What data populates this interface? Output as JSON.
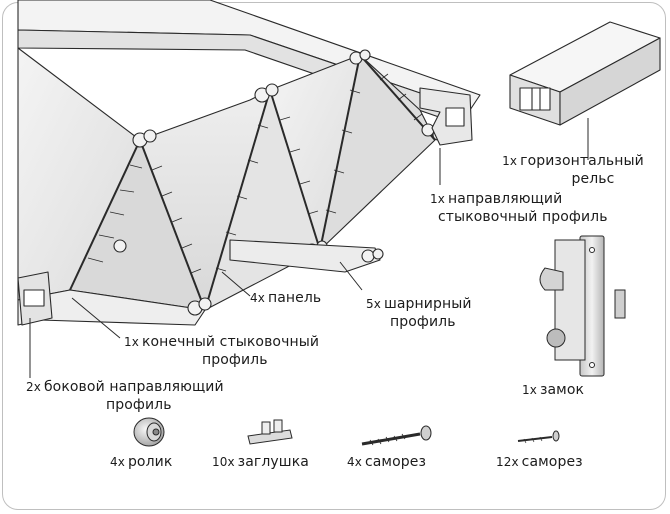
{
  "labels": {
    "horizontal_rail": {
      "qty": "1x",
      "line1": "горизонтальный",
      "line2": "рельс"
    },
    "guide_profile": {
      "qty": "1x",
      "line1": "направляющий",
      "line2": "стыковочный профиль"
    },
    "panel": {
      "qty": "4x",
      "line1": "панель"
    },
    "hinge_profile": {
      "qty": "5x",
      "line1": "шарнирный",
      "line2": "профиль"
    },
    "end_profile": {
      "qty": "1x",
      "line1": "конечный стыковочный",
      "line2": "профиль"
    },
    "side_guide_profile": {
      "qty": "2x",
      "line1": "боковой направляющий",
      "line2": "профиль"
    },
    "lock": {
      "qty": "1x",
      "line1": "замок"
    },
    "roller": {
      "qty": "4x",
      "line1": "ролик"
    },
    "plug": {
      "qty": "10x",
      "line1": "заглушка"
    },
    "screw_large": {
      "qty": "4x",
      "line1": "саморез"
    },
    "screw_small": {
      "qty": "12x",
      "line1": "саморез"
    }
  },
  "colors": {
    "line": "#2a2a2a",
    "panel_light": "#f6f6f6",
    "panel_mid": "#e6e6e6",
    "panel_dark": "#cfcfcf",
    "frame": "#bfbfbf"
  }
}
